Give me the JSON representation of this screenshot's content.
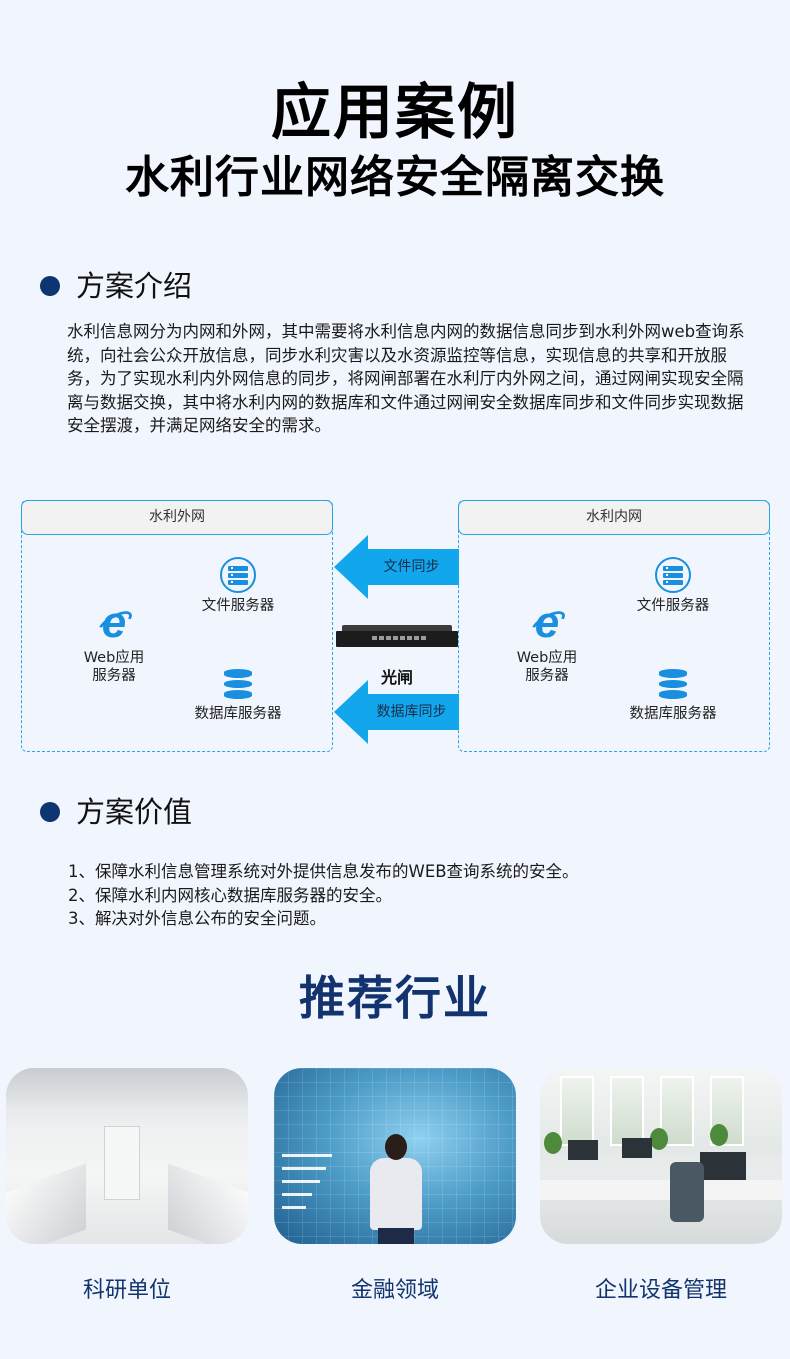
{
  "header": {
    "title": "应用案例",
    "subtitle": "水利行业网络安全隔离交换"
  },
  "intro_section": {
    "heading": "方案介绍",
    "paragraph": "水利信息网分为内网和外网，其中需要将水利信息内网的数据信息同步到水利外网web查询系统，向社会公众开放信息，同步水利灾害以及水资源监控等信息，实现信息的共享和开放服务，为了实现水利内外网信息的同步，将网闸部署在水利厅内外网之间，通过网闸实现安全隔离与数据交换，其中将水利内网的数据库和文件通过网闸安全数据库同步和文件同步实现数据安全摆渡，并满足网络安全的需求。"
  },
  "diagram": {
    "outer_network": {
      "title": "水利外网",
      "web_server": {
        "icon": "ie-browser-icon",
        "line1": "Web应用",
        "line2": "服务器"
      },
      "file_server": {
        "icon": "server-rack-icon",
        "label": "文件服务器"
      },
      "db_server": {
        "icon": "database-icon",
        "label": "数据库服务器"
      }
    },
    "inner_network": {
      "title": "水利内网",
      "web_server": {
        "icon": "ie-browser-icon",
        "line1": "Web应用",
        "line2": "服务器"
      },
      "file_server": {
        "icon": "server-rack-icon",
        "label": "文件服务器"
      },
      "db_server": {
        "icon": "database-icon",
        "label": "数据库服务器"
      }
    },
    "arrows": [
      {
        "label": "文件同步",
        "direction": "left"
      },
      {
        "label": "数据库同步",
        "direction": "left"
      }
    ],
    "gateway": {
      "label": "光闸",
      "icon": "network-gateway-device"
    },
    "colors": {
      "border": "#27a5e5",
      "arrow": "#12a7ec",
      "icon": "#1a8fe0"
    }
  },
  "value_section": {
    "heading": "方案价值",
    "items": [
      "1、保障水利信息管理系统对外提供信息发布的WEB查询系统的安全。",
      "2、保障水利内网核心数据库服务器的安全。",
      "3、解决对外信息公布的安全问题。"
    ]
  },
  "recommend": {
    "title": "推荐行业",
    "industries": [
      {
        "label": "科研单位",
        "image": "laboratory-photo"
      },
      {
        "label": "金融领域",
        "image": "finance-data-photo"
      },
      {
        "label": "企业设备管理",
        "image": "office-photo"
      }
    ]
  },
  "colors": {
    "background": "#f1f6fe",
    "accent_dark_blue": "#12336e",
    "bullet": "#0d3572"
  }
}
